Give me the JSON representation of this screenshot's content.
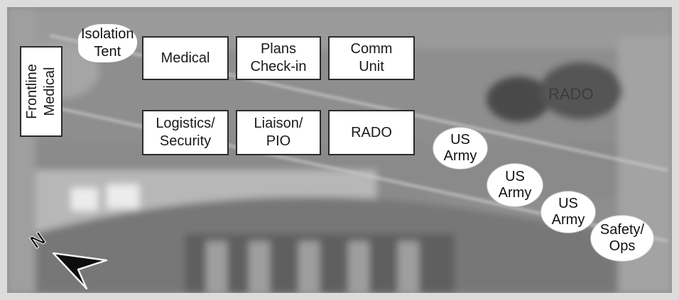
{
  "boxes": {
    "frontline_medical": "Frontline\nMedical",
    "medical": "Medical",
    "plans_checkin": "Plans\nCheck-in",
    "comm_unit": "Comm\nUnit",
    "logistics_security": "Logistics/\nSecurity",
    "liaison_pio": "Liaison/\nPIO",
    "rado": "RADO"
  },
  "bubbles": {
    "isolation_tent": "Isolation\nTent",
    "us_army_1": "US\nArmy",
    "us_army_2": "US\nArmy",
    "us_army_3": "US\nArmy",
    "safety_ops": "Safety/\nOps"
  },
  "map_labels": {
    "rado_area": "RADO",
    "north": "N"
  }
}
